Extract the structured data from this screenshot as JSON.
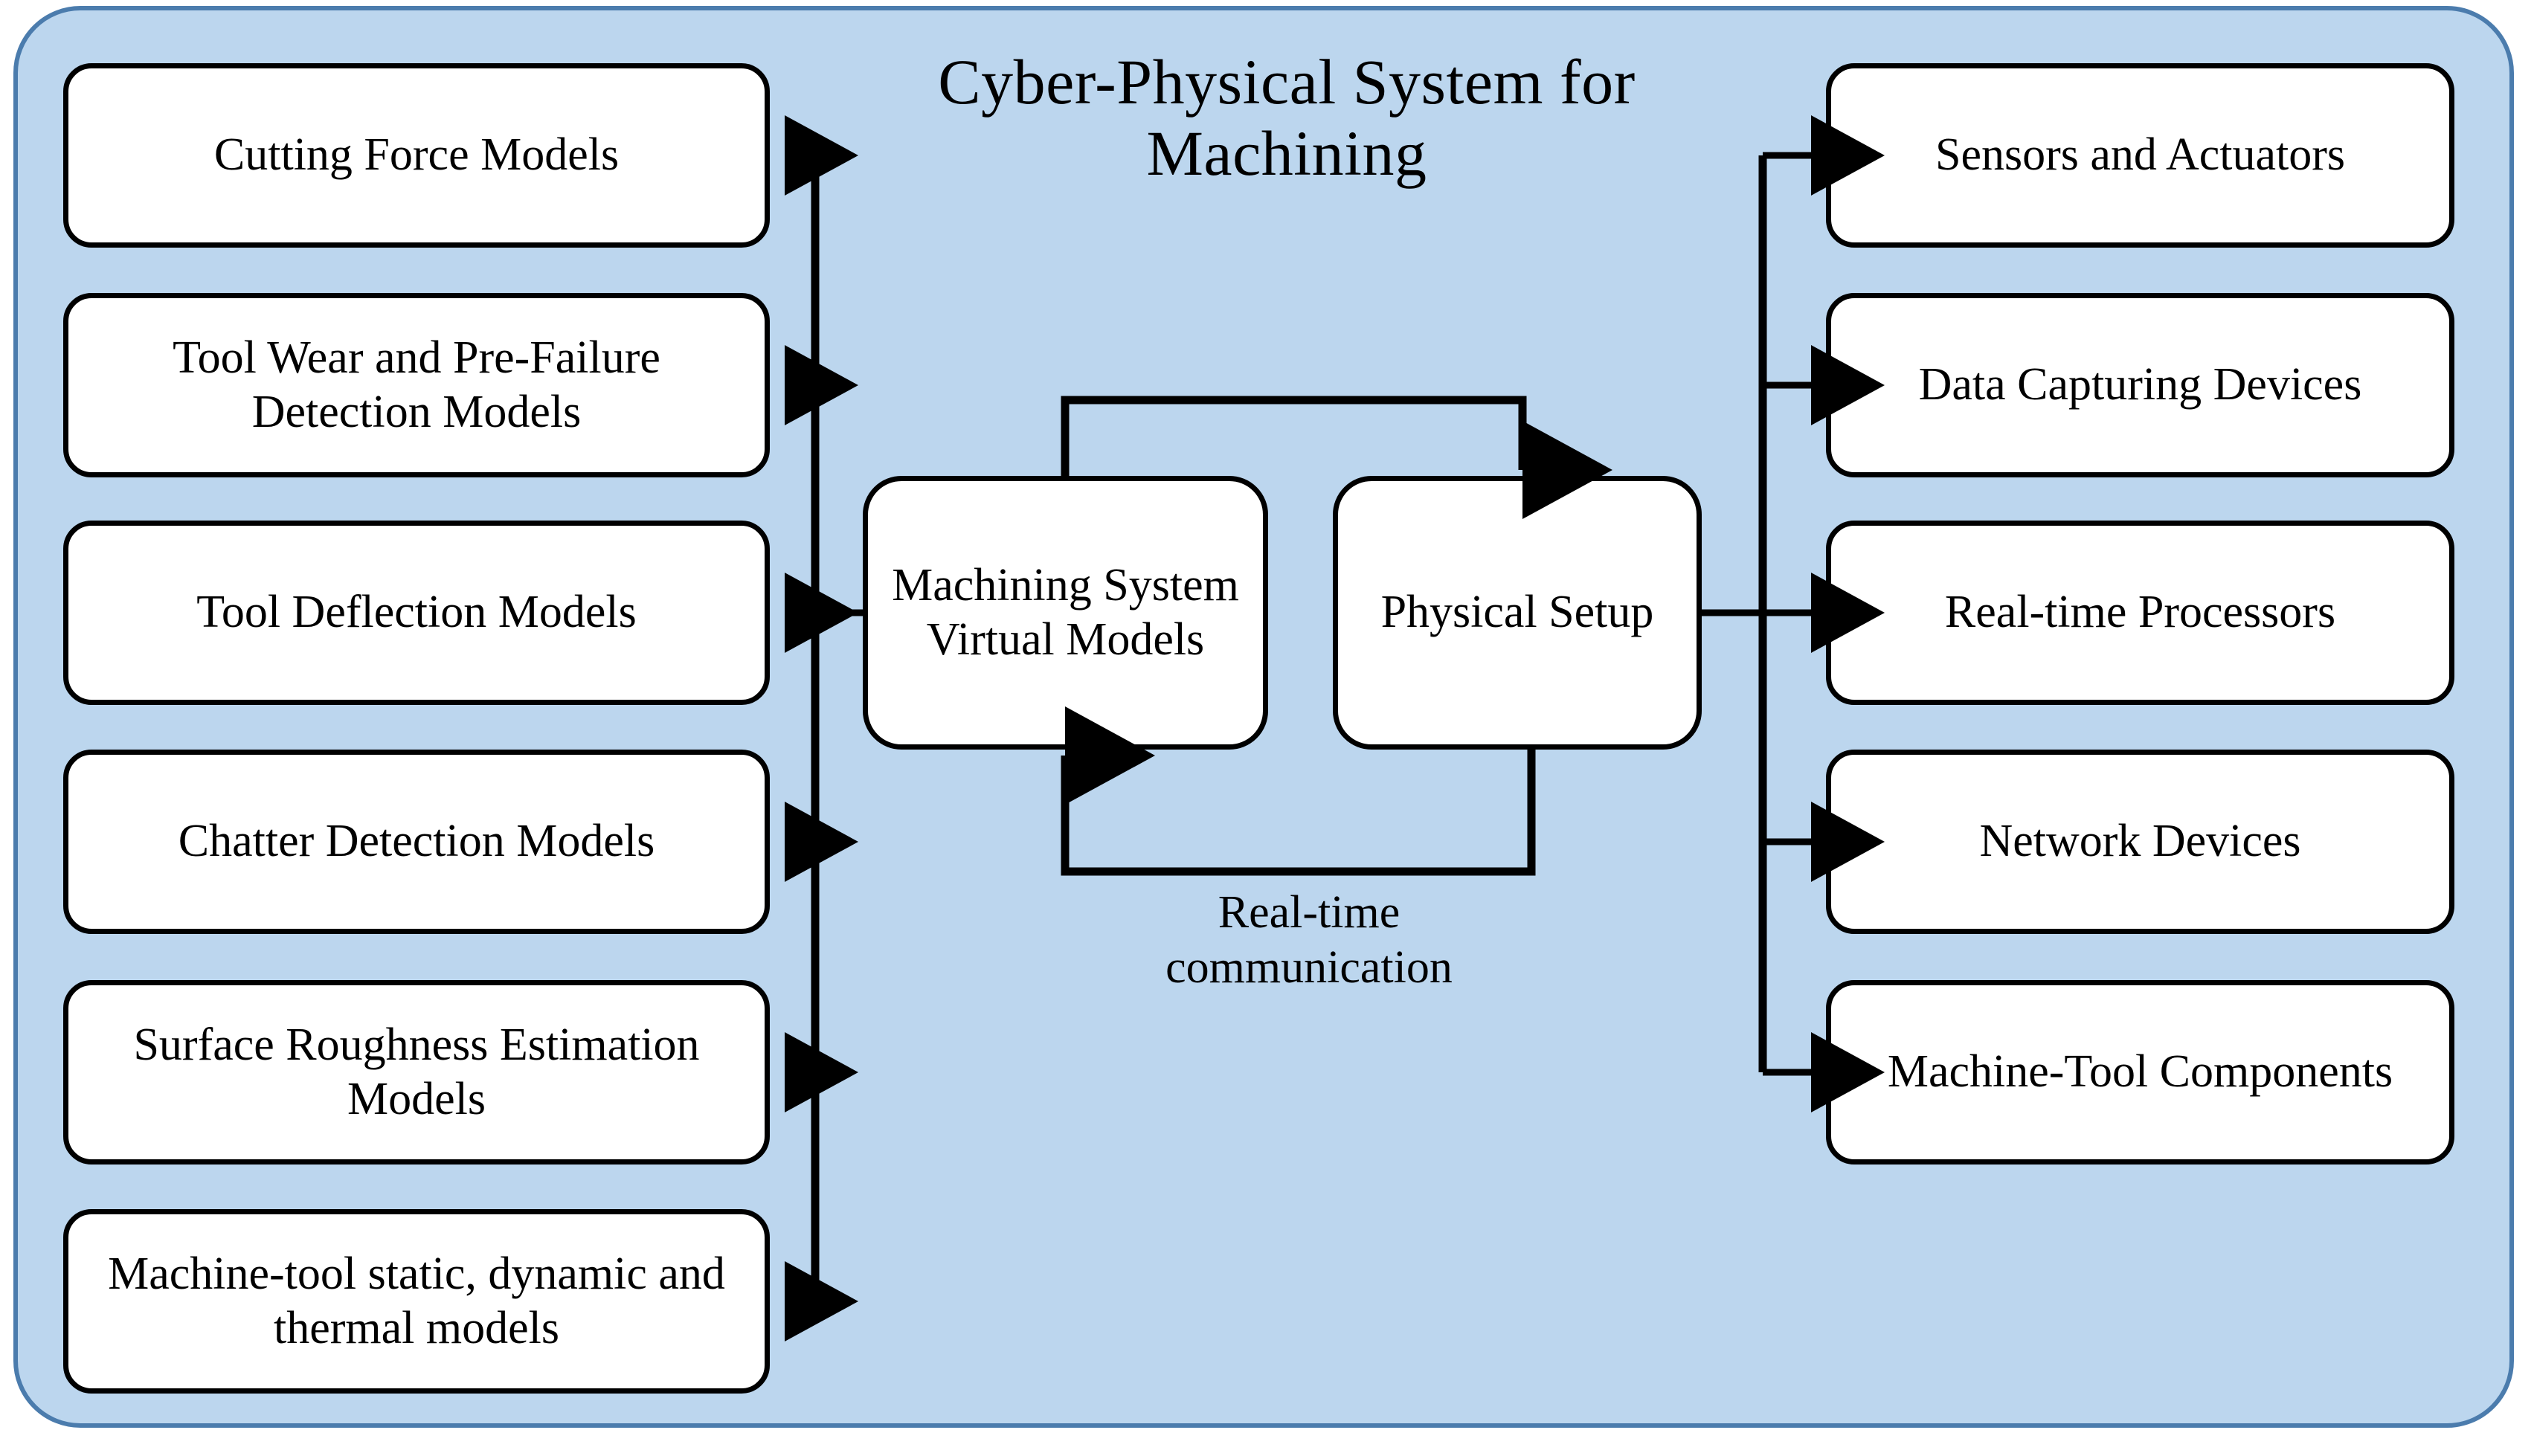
{
  "diagram": {
    "title": "Cyber-Physical System for Machining",
    "panel_color": "#bcd6ee",
    "panel_border_color": "#4b7cad",
    "node_fill": "#ffffff",
    "node_border": "#000000",
    "connector_color": "#000000"
  },
  "center": {
    "virtual_models": "Machining System Virtual Models",
    "physical_setup": "Physical Setup",
    "edge_label": "Real-time communication"
  },
  "left_column": {
    "items": [
      {
        "label": "Cutting Force Models"
      },
      {
        "label": "Tool Wear and Pre-Failure Detection Models"
      },
      {
        "label": "Tool Deflection Models"
      },
      {
        "label": "Chatter Detection Models"
      },
      {
        "label": "Surface Roughness Estimation Models"
      },
      {
        "label": "Machine-tool static, dynamic and thermal models"
      }
    ]
  },
  "right_column": {
    "items": [
      {
        "label": "Sensors and Actuators"
      },
      {
        "label": "Data Capturing Devices"
      },
      {
        "label": "Real-time Processors"
      },
      {
        "label": "Network Devices"
      },
      {
        "label": "Machine-Tool Components"
      }
    ]
  }
}
